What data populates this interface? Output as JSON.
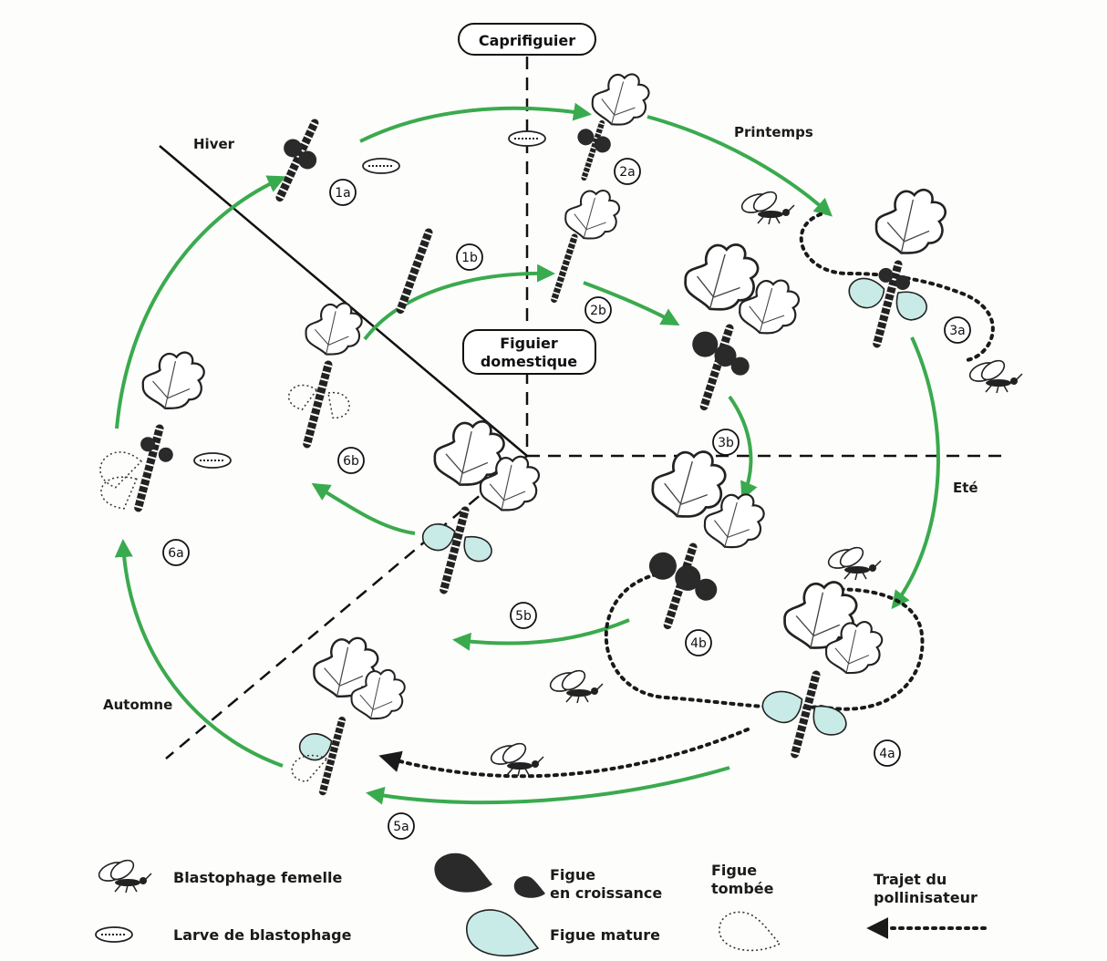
{
  "regions": {
    "caprifiguier": "Caprifiguier",
    "figuier_domestique_line1": "Figuier",
    "figuier_domestique_line2": "domestique"
  },
  "seasons": {
    "hiver": "Hiver",
    "printemps": "Printemps",
    "ete": "Eté",
    "automne": "Automne"
  },
  "stages": {
    "s1a": "1a",
    "s1b": "1b",
    "s2a": "2a",
    "s2b": "2b",
    "s3a": "3a",
    "s3b": "3b",
    "s4a": "4a",
    "s4b": "4b",
    "s5a": "5a",
    "s5b": "5b",
    "s6a": "6a",
    "s6b": "6b"
  },
  "legend": {
    "female_wasp": "Blastophage femelle",
    "larva": "Larve de blastophage",
    "growing_fig_line1": "Figue",
    "growing_fig_line2": "en croissance",
    "mature_fig": "Figue mature",
    "fallen_fig_line1": "Figue",
    "fallen_fig_line2": "tombée",
    "path_line1": "Trajet du",
    "path_line2": "pollinisateur"
  },
  "colors": {
    "cycle_arrow": "#3aaa4e",
    "mature_fig": "#c9ebe8",
    "growing_fig": "#2a2a2a",
    "ink": "#1a1a1a"
  }
}
